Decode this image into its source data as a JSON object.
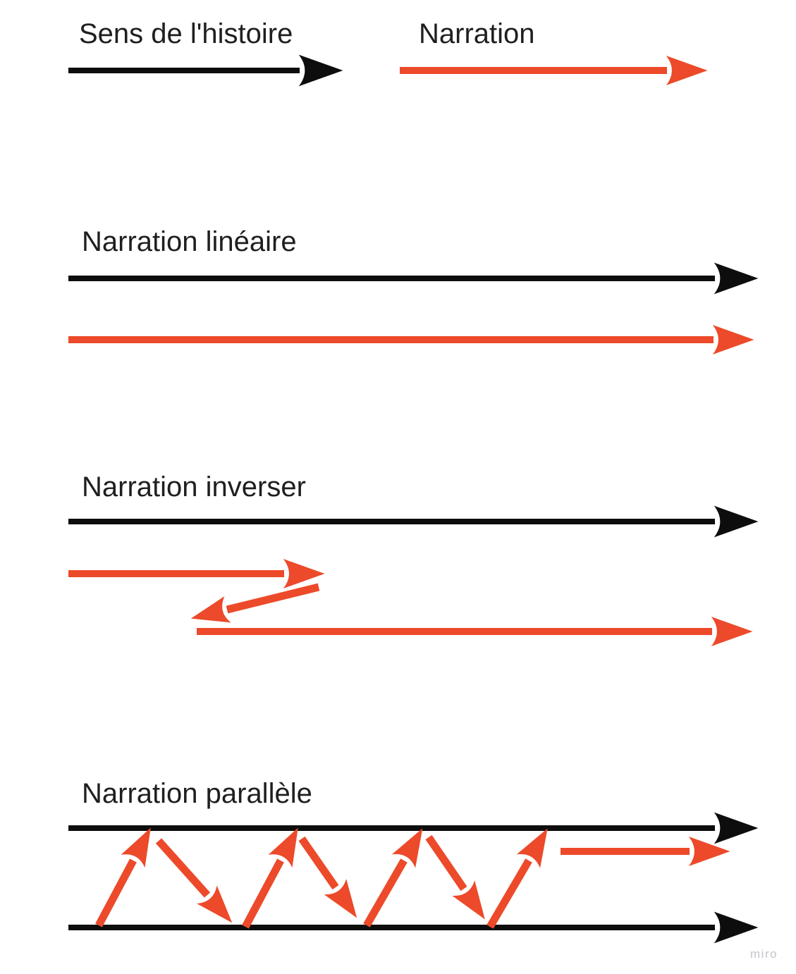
{
  "legend": {
    "story_label": "Sens de l'histoire",
    "narration_label": "Narration"
  },
  "sections": [
    {
      "id": "linear",
      "title": "Narration linéaire"
    },
    {
      "id": "inverse",
      "title": "Narration inverser"
    },
    {
      "id": "parallel",
      "title": "Narration parallèle"
    }
  ],
  "watermark": "miro",
  "colors": {
    "story": "#0d0d0d",
    "narration": "#ec4a2a",
    "text": "#1f1f1f",
    "watermark": "#c4c4cd",
    "background": "#ffffff"
  }
}
